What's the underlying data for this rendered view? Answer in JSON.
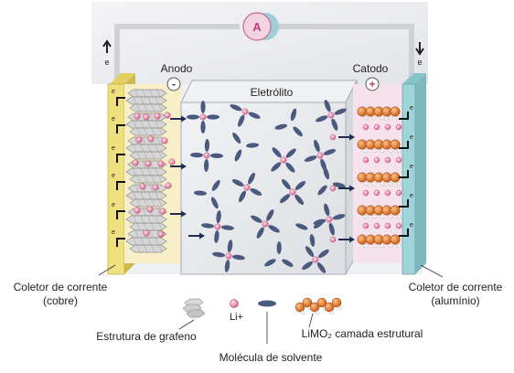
{
  "meter": {
    "label": "A"
  },
  "labels": {
    "anode": "Anodo",
    "cathode": "Catodo",
    "electrolyte": "Eletrólito",
    "anode_sign": "-",
    "cathode_sign": "+",
    "electron": "e"
  },
  "collectors": {
    "copper": [
      "Coletor de corrente",
      "(cobre)"
    ],
    "aluminum": [
      "Coletor de corrente",
      "(alumínio)"
    ]
  },
  "legend": {
    "graphene": "Estrutura de grafeno",
    "li_ion": "Li+",
    "solvent": "Molécula de solvente",
    "limo2": "LiMO₂ camada estrutural"
  },
  "colors": {
    "copper_collector": "#efe07f",
    "aluminum_collector": "#9fd4d8",
    "electrolyte_box": "#e4e6ea",
    "graphene": "#c8c8c8",
    "li_ion": "#e87fa3",
    "solvent": "#4a5a7e",
    "limo2_orange": "#e07020",
    "meter_pink": "#d8558a",
    "wire": "#d9dadd"
  }
}
